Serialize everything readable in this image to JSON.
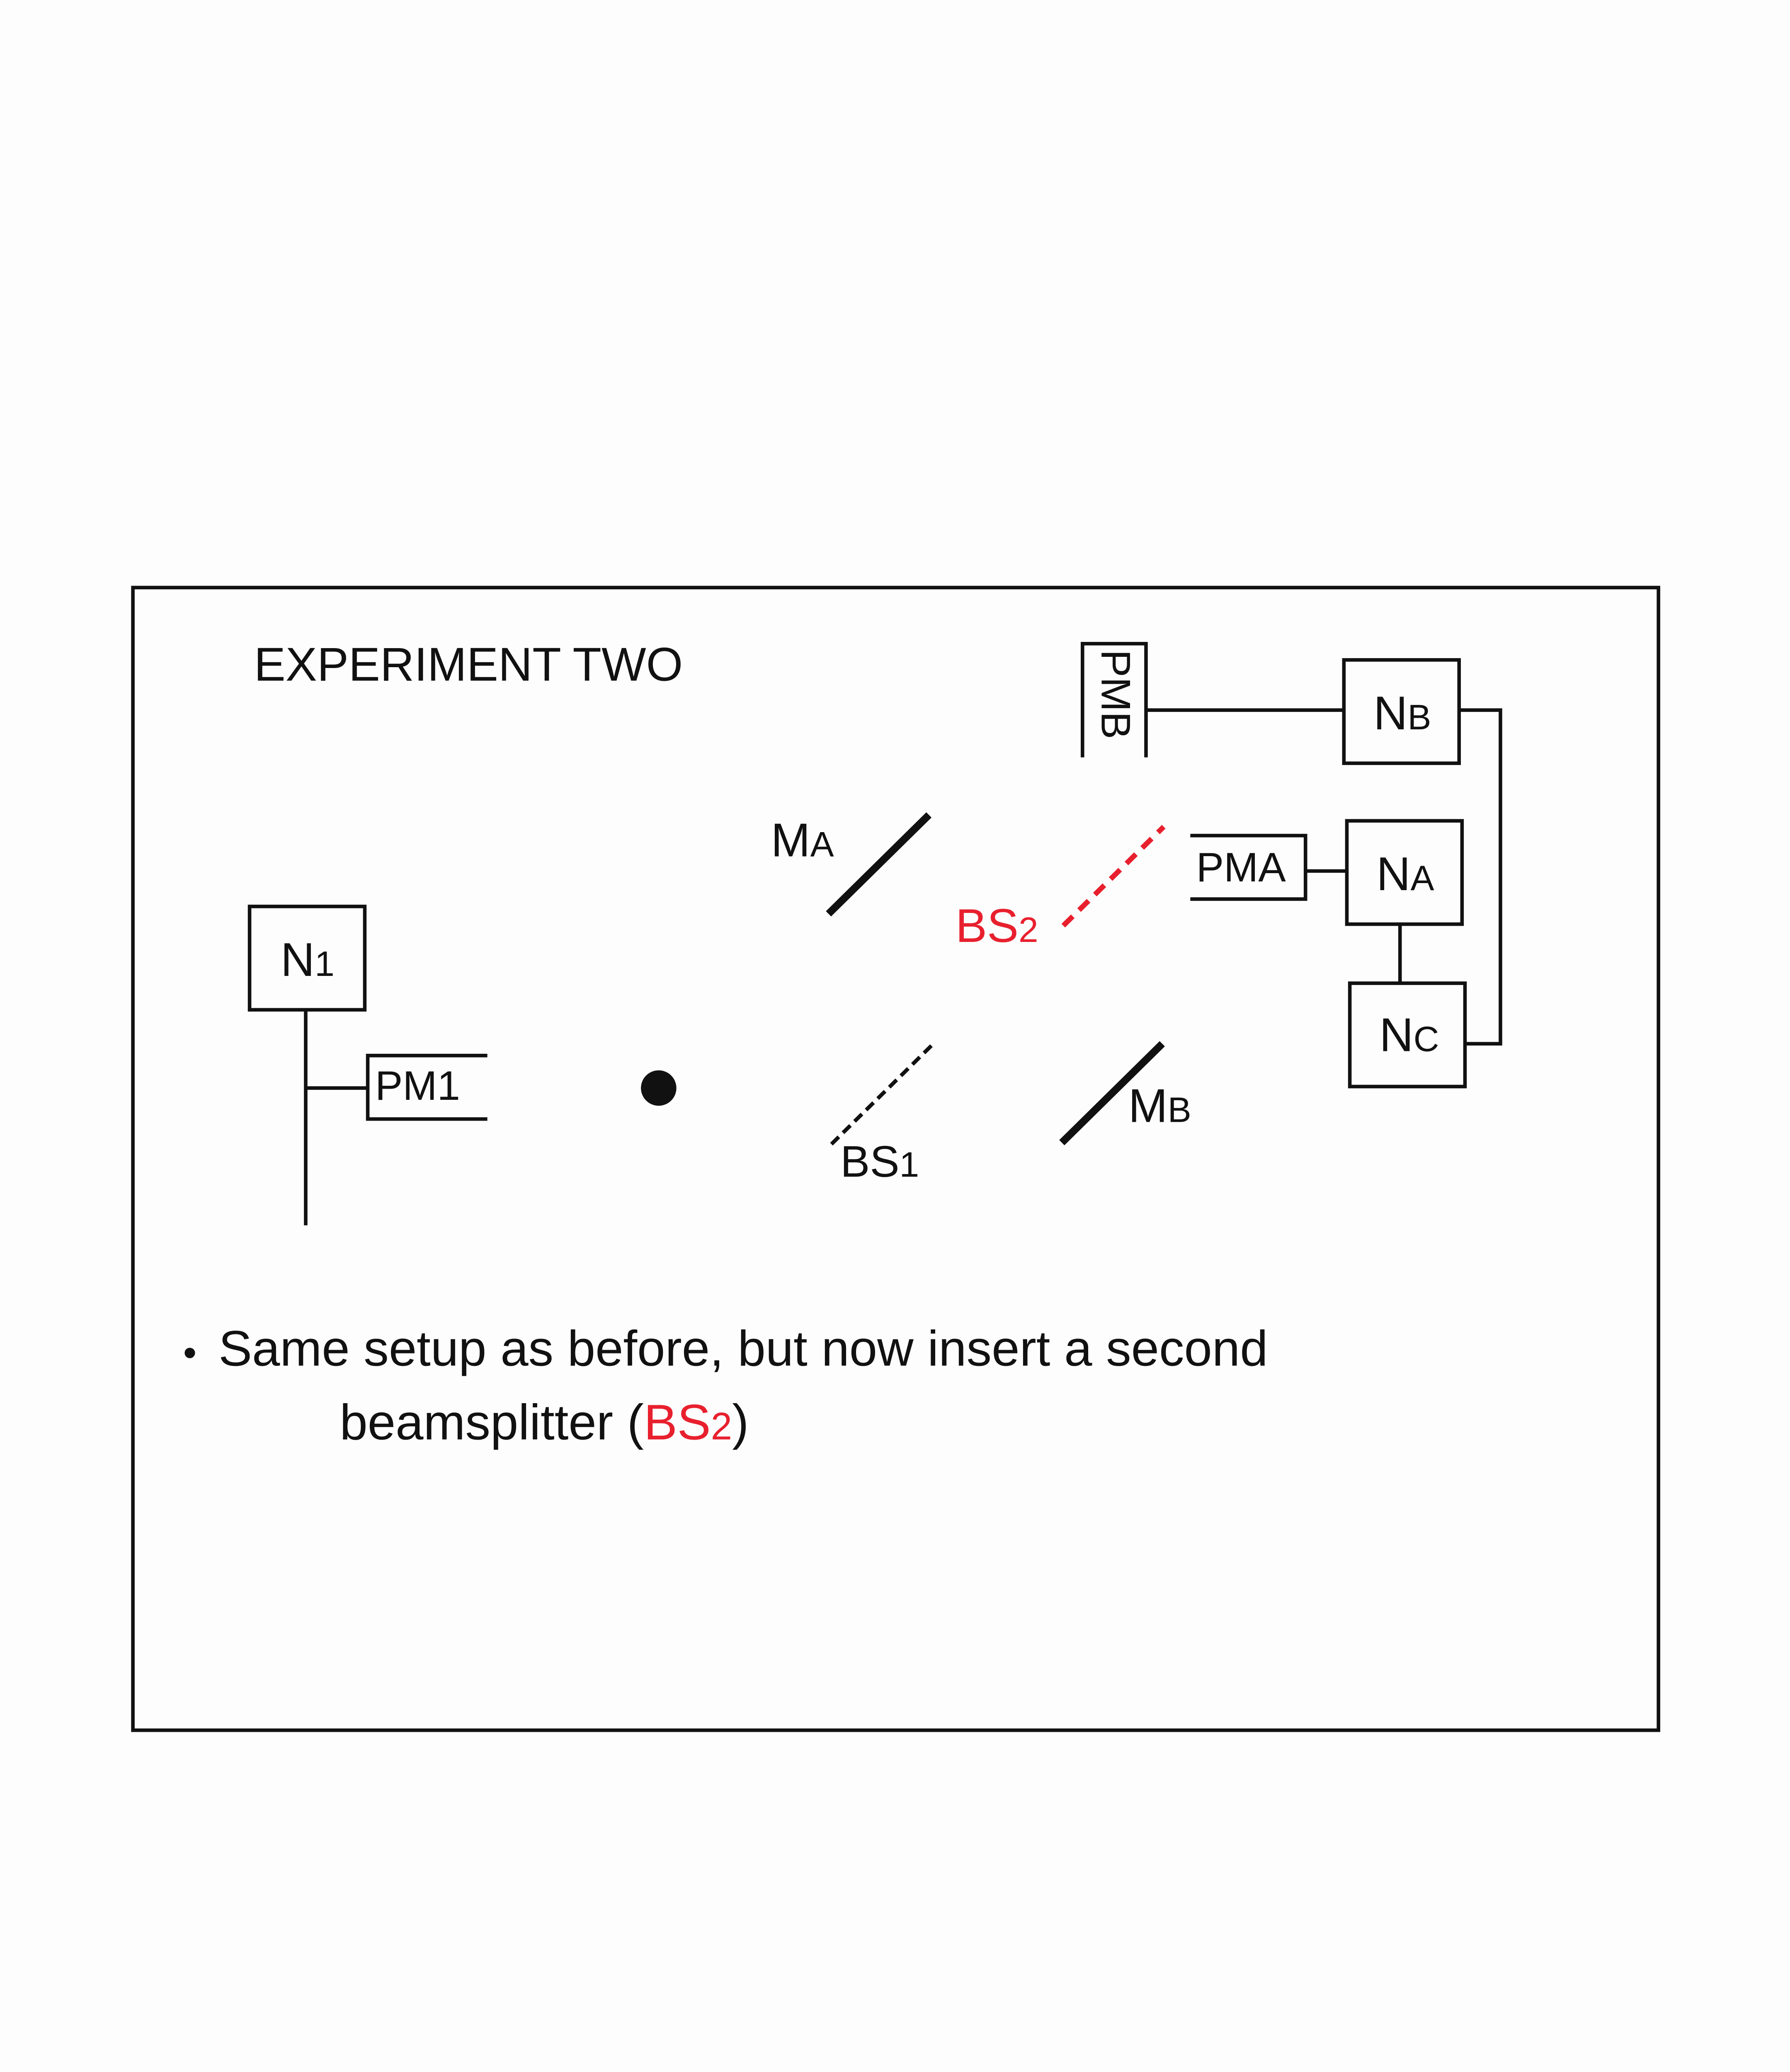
{
  "slide": {
    "title": "EXPERIMENT TWO",
    "bullet_text": "Same setup as before, but now insert a second",
    "bullet_text_line2": "beamsplitter (",
    "bullet_highlight": "BS",
    "bullet_highlight_sub": "2",
    "bullet_text_end": ")"
  },
  "diagram": {
    "n1": {
      "main": "N",
      "sub": "1"
    },
    "pm1": "PM1",
    "ma": {
      "main": "M",
      "sub": "A"
    },
    "mb": {
      "main": "M",
      "sub": "B"
    },
    "bs1": {
      "main": "BS",
      "sub": "1"
    },
    "bs2": {
      "main": "BS",
      "sub": "2"
    },
    "pma": "PMA",
    "pmb": "PMB",
    "na": {
      "main": "N",
      "sub": "A"
    },
    "nb": {
      "main": "N",
      "sub": "B"
    },
    "nc": {
      "main": "N",
      "sub": "C"
    }
  },
  "colors": {
    "highlight": "#e8202e",
    "ink": "#111111"
  }
}
